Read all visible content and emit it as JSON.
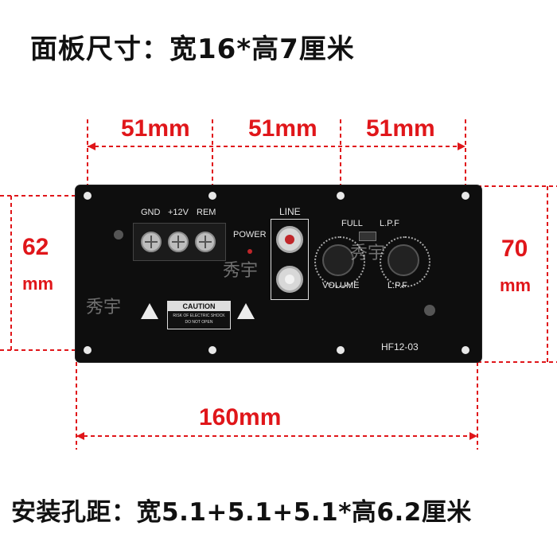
{
  "title": "面板尺寸：宽16*高7厘米",
  "footer": "安装孔距：宽5.1+5.1+5.1*高6.2厘米",
  "dimensions": {
    "spacing_1": "51mm",
    "spacing_2": "51mm",
    "spacing_3": "51mm",
    "left_height_value": "62",
    "left_height_unit": "mm",
    "right_height_value": "70",
    "right_height_unit": "mm",
    "total_width": "160mm"
  },
  "panel": {
    "terminal_labels": [
      "GND",
      "+12V",
      "REM"
    ],
    "power_label": "POWER",
    "line_label": "LINE",
    "full_label": "FULL",
    "lpf_top_label": "L.P.F",
    "volume_label": "VOLUME",
    "lpf_bottom_label": "L.P.F",
    "caution_title": "CAUTION",
    "caution_line1": "RISK OF ELECTRIC SHOCK",
    "caution_line2": "DO NOT OPEN",
    "model": "HF12-03"
  },
  "watermark": "秀宇",
  "colors": {
    "dimension": "#e0161a",
    "panel": "#0e0e0e"
  }
}
